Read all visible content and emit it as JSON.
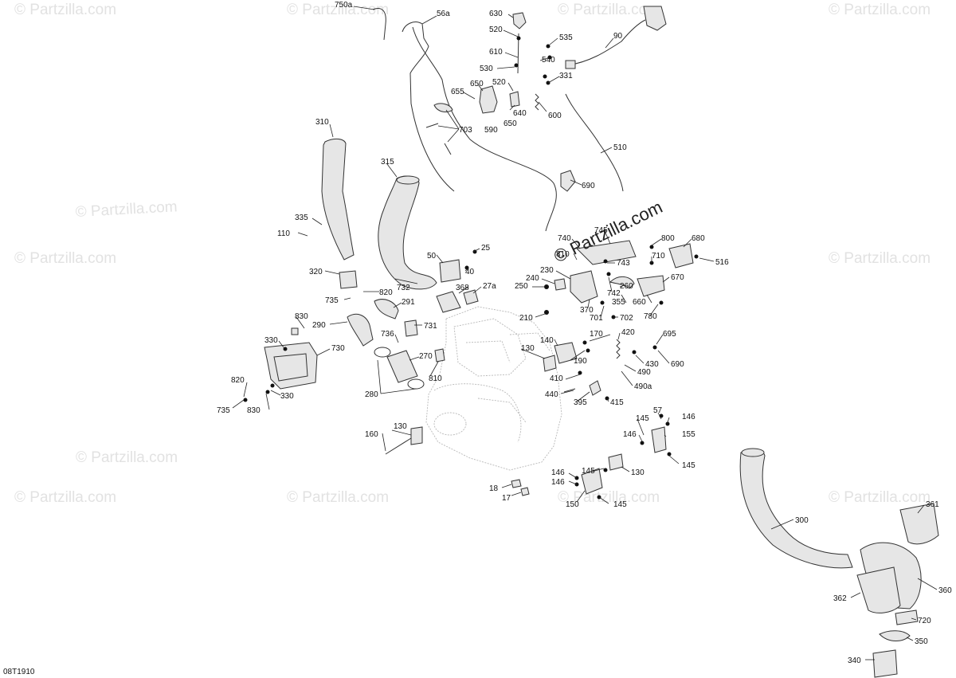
{
  "diagram": {
    "code": "08T1910",
    "watermark": "© Partzilla.com",
    "watermark_featured": "© Partzilla.com",
    "callouts": [
      "750a",
      "56a",
      "630",
      "520",
      "535",
      "90",
      "610",
      "540",
      "530",
      "520",
      "331",
      "331",
      "655",
      "650",
      "640",
      "650",
      "590",
      "600",
      "703",
      "510",
      "690",
      "310",
      "315",
      "335",
      "110",
      "50",
      "25",
      "40",
      "320",
      "732",
      "820",
      "735",
      "368",
      "27a",
      "291",
      "830",
      "290",
      "731",
      "736",
      "330",
      "730",
      "270",
      "130",
      "810",
      "280",
      "820",
      "330",
      "735",
      "830",
      "745",
      "740",
      "800",
      "680",
      "810",
      "743",
      "710",
      "516",
      "230",
      "742",
      "260",
      "670",
      "240",
      "250",
      "355",
      "660",
      "370",
      "210",
      "701",
      "702",
      "780",
      "170",
      "420",
      "695",
      "140",
      "190",
      "430",
      "690",
      "490",
      "410",
      "490a",
      "440",
      "395",
      "415",
      "130",
      "160",
      "145",
      "57",
      "146",
      "146",
      "155",
      "145",
      "130",
      "145",
      "146",
      "146",
      "18",
      "17",
      "150",
      "145",
      "361",
      "300",
      "360",
      "362",
      "720",
      "350",
      "340"
    ]
  }
}
